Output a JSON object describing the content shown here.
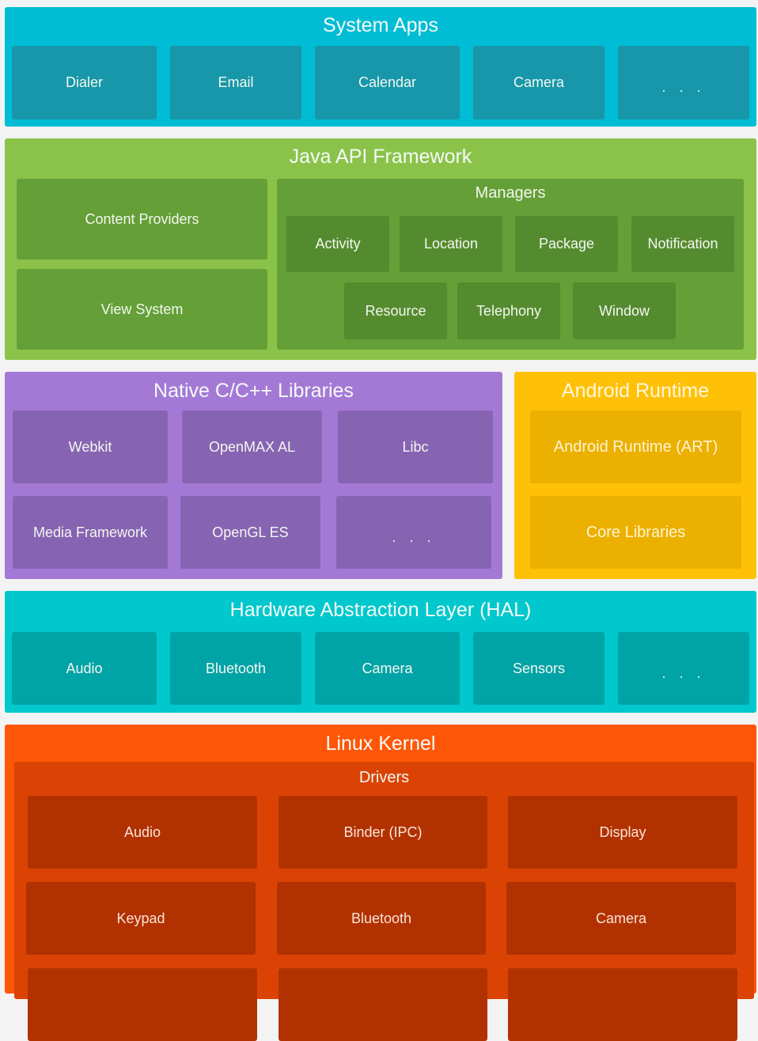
{
  "diagram": {
    "title": "Android Platform Architecture",
    "colors": {
      "system_apps": "#00bcd4",
      "java_api": "#8bc34a",
      "native_libs": "#a479d6",
      "android_runtime": "#ffc107",
      "hal": "#00c8cc",
      "linux_kernel": "#ff5708"
    }
  },
  "system_apps": {
    "title": "System Apps",
    "items": [
      "Dialer",
      "Email",
      "Calendar",
      "Camera",
      ". . ."
    ]
  },
  "java_api": {
    "title": "Java API Framework",
    "left_items": [
      "Content Providers",
      "View System"
    ],
    "managers": {
      "title": "Managers",
      "row1": [
        "Activity",
        "Location",
        "Package",
        "Notification"
      ],
      "row2": [
        "Resource",
        "Telephony",
        "Window"
      ]
    }
  },
  "native_libs": {
    "title": "Native C/C++ Libraries",
    "items": [
      "Webkit",
      "OpenMAX AL",
      "Libc",
      "Media Framework",
      "OpenGL ES",
      ". . ."
    ]
  },
  "android_runtime": {
    "title": "Android Runtime",
    "items": [
      "Android Runtime (ART)",
      "Core Libraries"
    ]
  },
  "hal": {
    "title": "Hardware Abstraction Layer (HAL)",
    "items": [
      "Audio",
      "Bluetooth",
      "Camera",
      "Sensors",
      ". . ."
    ]
  },
  "linux_kernel": {
    "title": "Linux Kernel",
    "drivers": {
      "title": "Drivers",
      "items": [
        "Audio",
        "Binder (IPC)",
        "Display",
        "Keypad",
        "Bluetooth",
        "Camera"
      ]
    }
  }
}
